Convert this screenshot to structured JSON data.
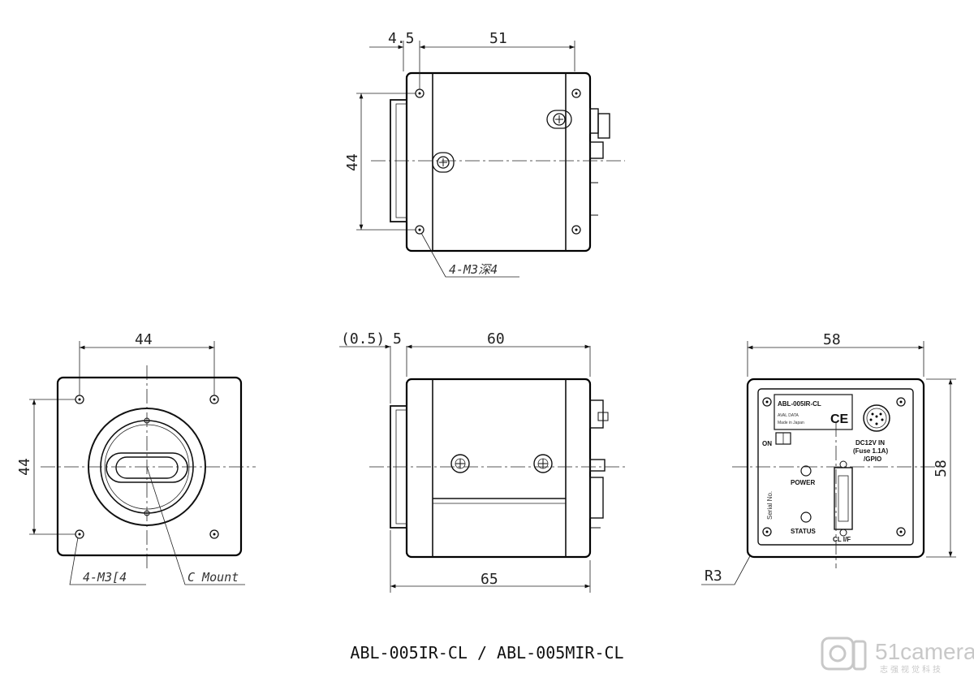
{
  "top_view": {
    "dim_flange": "4.5",
    "dim_length": "51",
    "dim_height": "44",
    "callout": "4-M3深4"
  },
  "front_view": {
    "dim_width": "44",
    "dim_height": "44",
    "callout_holes": "4-M3[4",
    "callout_mount": "C Mount"
  },
  "side_view": {
    "dim_offset": "(0.5)",
    "dim_flange": "5",
    "dim_body": "60",
    "dim_total": "65"
  },
  "rear_view": {
    "dim_width": "58",
    "dim_height": "58",
    "dim_radius": "R3",
    "label_model": "ABL-005IR-CL",
    "label_maker": "AVAL DATA",
    "label_origin": "Made in Japan",
    "label_ce": "CE",
    "label_on": "ON",
    "label_power_line1": "DC12V IN",
    "label_power_line2": "(Fuse 1.1A)",
    "label_power_line3": "/GPIO",
    "label_power_led": "POWER",
    "label_status_led": "STATUS",
    "label_serial": "Serial No.",
    "label_cl": "CL I/F"
  },
  "caption": "ABL-005IR-CL / ABL-005MIR-CL",
  "watermark": {
    "brand": "51camera",
    "tagline": "志强视觉科技"
  }
}
